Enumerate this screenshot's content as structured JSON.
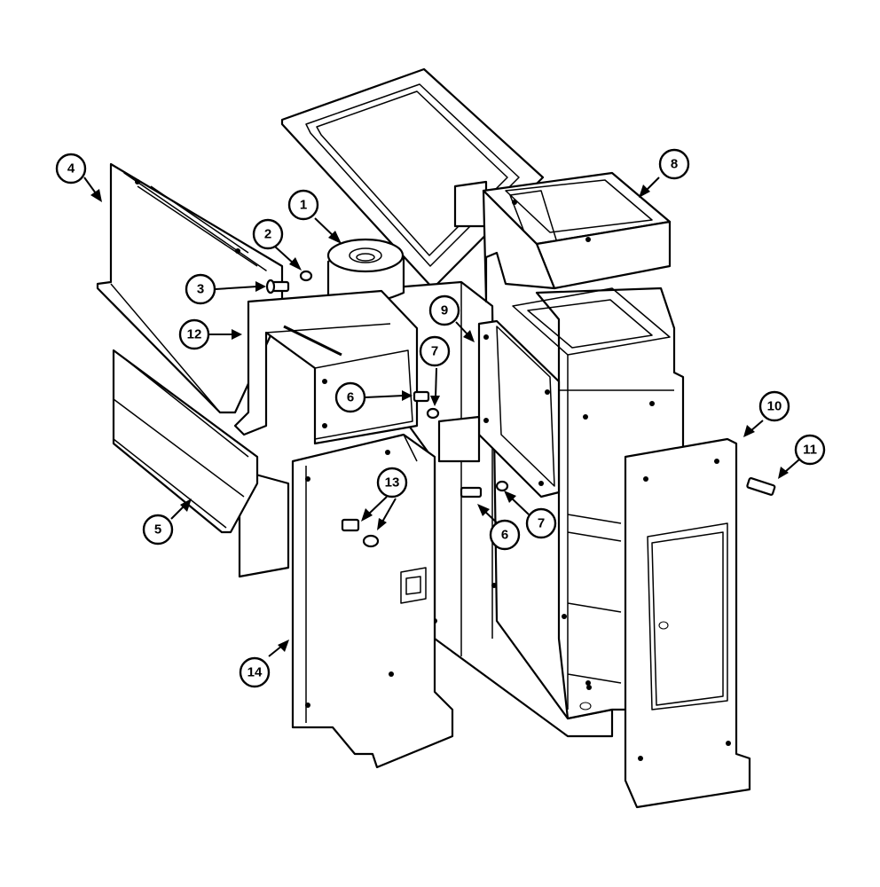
{
  "diagram": {
    "type": "exploded-parts-view",
    "callouts": [
      {
        "id": "c1",
        "label": "1"
      },
      {
        "id": "c2",
        "label": "2"
      },
      {
        "id": "c3",
        "label": "3"
      },
      {
        "id": "c4",
        "label": "4"
      },
      {
        "id": "c5",
        "label": "5"
      },
      {
        "id": "c6a",
        "label": "6"
      },
      {
        "id": "c6b",
        "label": "6"
      },
      {
        "id": "c7a",
        "label": "7"
      },
      {
        "id": "c7b",
        "label": "7"
      },
      {
        "id": "c8",
        "label": "8"
      },
      {
        "id": "c9",
        "label": "9"
      },
      {
        "id": "c10",
        "label": "10"
      },
      {
        "id": "c11",
        "label": "11"
      },
      {
        "id": "c12",
        "label": "12"
      },
      {
        "id": "c13",
        "label": "13"
      },
      {
        "id": "c14",
        "label": "14"
      }
    ]
  }
}
